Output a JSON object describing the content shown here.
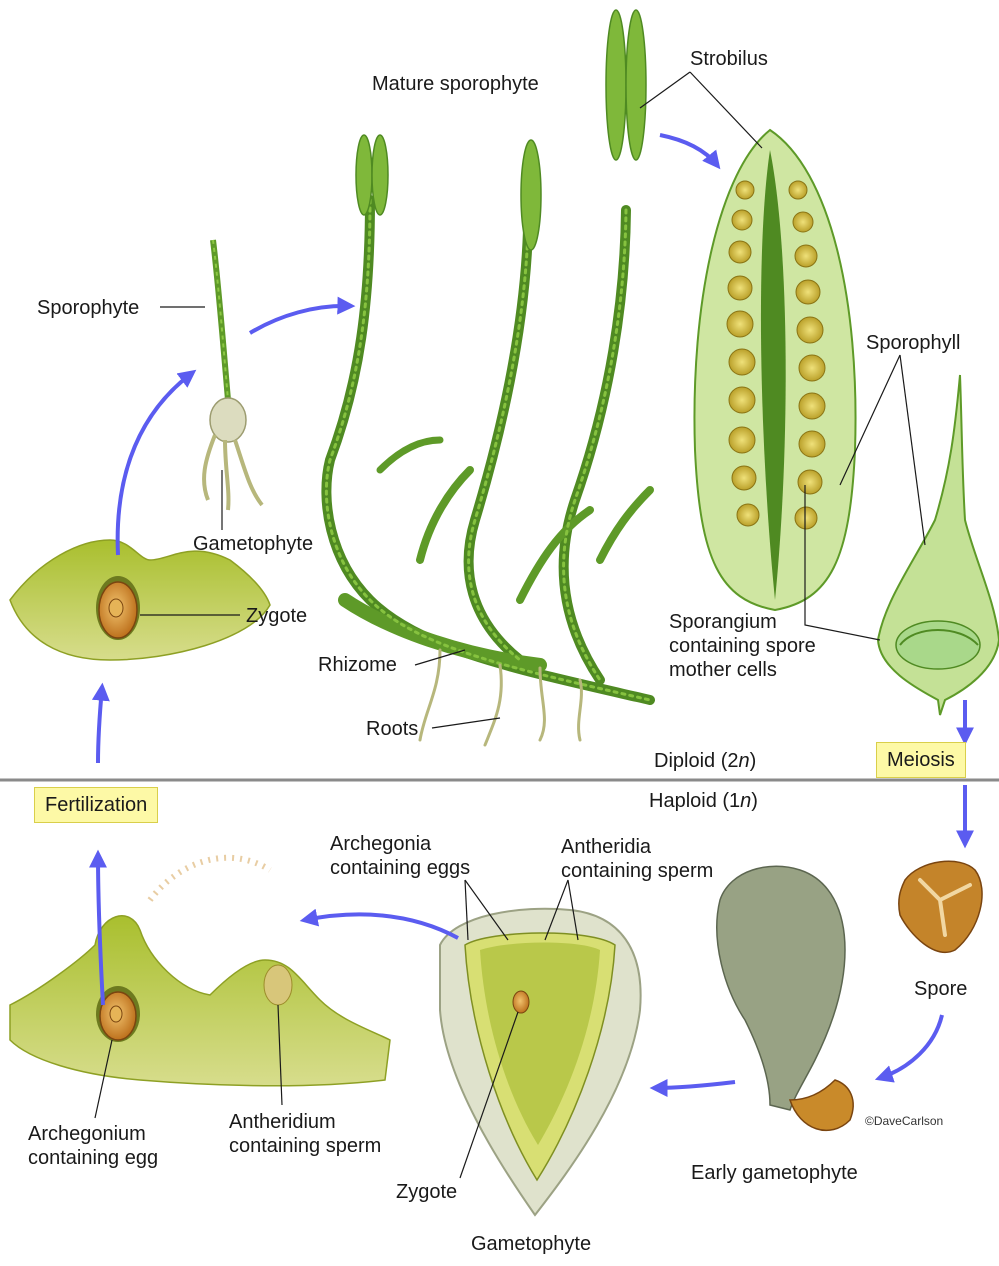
{
  "labels": {
    "mature_sporophyte": "Mature sporophyte",
    "strobilus": "Strobilus",
    "sporophyte": "Sporophyte",
    "sporophyll": "Sporophyll",
    "gametophyte_top": "Gametophyte",
    "zygote_top": "Zygote",
    "sporangium": "Sporangium containing spore mother cells",
    "rhizome": "Rhizome",
    "roots": "Roots",
    "diploid_prefix": "Diploid (2",
    "diploid_n": "n",
    "diploid_suffix": ")",
    "haploid_prefix": "Haploid (1",
    "haploid_n": "n",
    "haploid_suffix": ")",
    "meiosis": "Meiosis",
    "fertilization": "Fertilization",
    "archegonia": "Archegonia containing eggs",
    "antheridia": "Antheridia containing sperm",
    "spore": "Spore",
    "archegonium": "Archegonium containing egg",
    "antheridium": "Antheridium containing sperm",
    "zygote_bottom": "Zygote",
    "early_gametophyte": "Early gametophyte",
    "gametophyte_bottom": "Gametophyte",
    "credit": "©DaveCarlson"
  },
  "colors": {
    "arrow": "#5b5cf0",
    "divider": "#8a8a8a",
    "box_fill": "#fdf9a6",
    "plant_green": "#7fb83a",
    "plant_dark": "#4f8a22",
    "tissue_yellow": "#b9c84a",
    "sporangium_gold": "#c9b43a",
    "egg_orange": "#d48a2c",
    "spore_brown": "#b8731c",
    "gametophyte_grey": "#98a284"
  }
}
